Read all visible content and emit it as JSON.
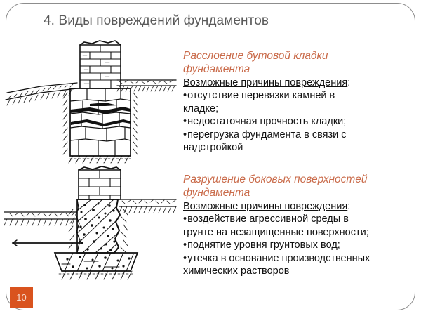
{
  "slide": {
    "title": "4. Виды повреждений фундаментов",
    "number": "10",
    "accent_color": "#c96a49",
    "badge_color": "#d9531e",
    "title_color": "#5a5a5a",
    "frame_color": "#8d8d8d",
    "background": "#ffffff"
  },
  "blocks": [
    {
      "heading": "Расслоение бутовой кладки фундамента",
      "causes_label": "Возможные причины повреждения",
      "causes_label_colon": ":",
      "bullet_char": "•",
      "items": [
        "отсутствие перевязки камней в кладке;",
        "недостаточная прочность кладки;",
        "перегрузка фундамента в связи с надстройкой"
      ]
    },
    {
      "heading": "Разрушение боковых поверхностей фундамента",
      "causes_label": "Возможные причины повреждения",
      "causes_label_colon": ":",
      "bullet_char": "•",
      "items": [
        "воздействие агрессивной среды в грунте на незащищенные поверхности;",
        "поднятие уровня грунтовых вод;",
        "утечка в основание производственных химических растворов"
      ]
    }
  ],
  "figures": [
    {
      "name": "rubble-foundation-delamination-diagram",
      "caption_ref": "Расслоение бутовой кладки фундамента"
    },
    {
      "name": "concrete-foundation-side-erosion-diagram",
      "caption_ref": "Разрушение боковых поверхностей фундамента"
    }
  ]
}
